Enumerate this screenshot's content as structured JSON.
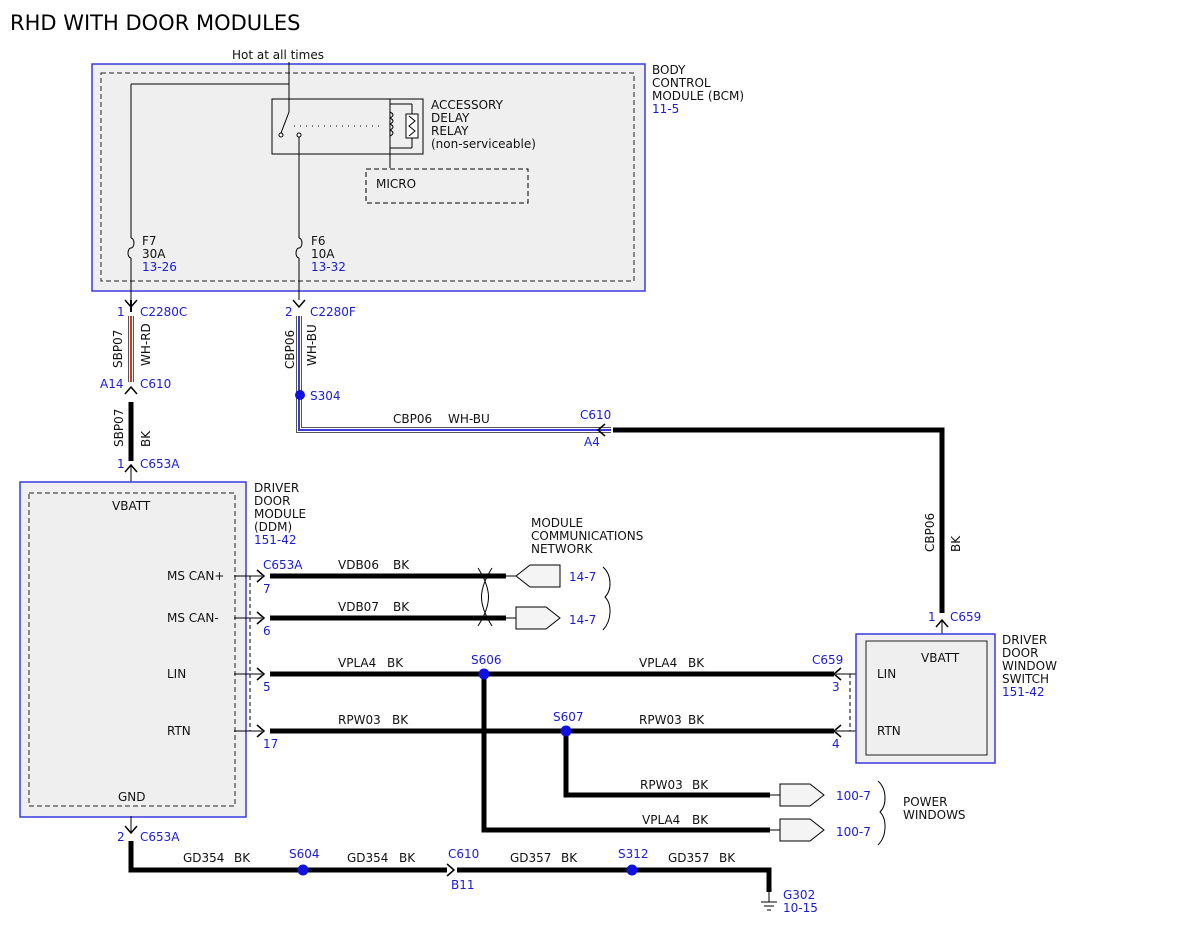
{
  "title": "RHD WITH DOOR MODULES",
  "colors": {
    "module_border": "#3a3ae0",
    "link": "#1b1bd6",
    "wire": "#000000",
    "splice": "#1010e0",
    "module_fill": "#efefef"
  },
  "bcm": {
    "name_lines": [
      "BODY",
      "CONTROL",
      "MODULE (BCM)"
    ],
    "ref": "11-5",
    "hot_label": "Hot at all times",
    "relay_lines": [
      "ACCESSORY",
      "DELAY",
      "RELAY",
      "(non-serviceable)"
    ],
    "micro": "MICRO",
    "f7": {
      "name": "F7",
      "rating": "30A",
      "ref": "13-26"
    },
    "f6": {
      "name": "F6",
      "rating": "10A",
      "ref": "13-32"
    }
  },
  "ddm": {
    "name_lines": [
      "DRIVER",
      "DOOR",
      "MODULE",
      "(DDM)"
    ],
    "ref": "151-42",
    "vbatt": "VBATT",
    "gnd": "GND",
    "pins": [
      "MS CAN+",
      "MS CAN-",
      "LIN",
      "RTN"
    ]
  },
  "switch": {
    "name_lines": [
      "DRIVER",
      "DOOR",
      "WINDOW",
      "SWITCH"
    ],
    "ref": "151-42",
    "vbatt": "VBATT",
    "lin": "LIN",
    "rtn": "RTN"
  },
  "connectors": {
    "c2280c": "C2280C",
    "c2280c_pin": "1",
    "c2280f": "C2280F",
    "c2280f_pin": "2",
    "c610_left": "C610",
    "c610_left_pin": "A14",
    "c653a_top": "C653A",
    "c653a_top_pin": "1",
    "c610_right": "C610",
    "c610_right_pin": "A4",
    "c653a_can": "C653A",
    "ddm_pin_canp": "7",
    "ddm_pin_canm": "6",
    "ddm_pin_lin": "5",
    "ddm_pin_rtn": "17",
    "c659_top": "C659",
    "c659_top_pin": "1",
    "c659_side": "C659",
    "sw_pin_lin": "3",
    "sw_pin_rtn": "4",
    "c653a_gnd": "C653A",
    "c653a_gnd_pin": "2",
    "c610_gnd": "C610",
    "c610_gnd_pin": "B11"
  },
  "wires": {
    "sbp07": "SBP07",
    "wh_rd": "WH-RD",
    "sbp07_b": "SBP07",
    "bk_a": "BK",
    "cbp06": "CBP06",
    "wh_bu": "WH-BU",
    "cbp06_h": "CBP06",
    "wh_bu_h": "WH-BU",
    "cbp06_r": "CBP06",
    "bk_r": "BK",
    "vdb06": "VDB06",
    "vdb06_c": "BK",
    "vdb07": "VDB07",
    "vdb07_c": "BK",
    "vpla4_l": "VPLA4",
    "vpla4_l_c": "BK",
    "vpla4_r": "VPLA4",
    "vpla4_r_c": "BK",
    "rpw03_l": "RPW03",
    "rpw03_l_c": "BK",
    "rpw03_r": "RPW03",
    "rpw03_r_c": "BK",
    "rpw03_pw": "RPW03",
    "rpw03_pw_c": "BK",
    "vpla4_pw": "VPLA4",
    "vpla4_pw_c": "BK",
    "gd354_a": "GD354",
    "gd354_a_c": "BK",
    "gd354_b": "GD354",
    "gd354_b_c": "BK",
    "gd357_a": "GD357",
    "gd357_a_c": "BK",
    "gd357_b": "GD357",
    "gd357_b_c": "BK"
  },
  "splices": {
    "s304": "S304",
    "s606": "S606",
    "s607": "S607",
    "s604": "S604",
    "s312": "S312"
  },
  "network": {
    "lines": [
      "MODULE",
      "COMMUNICATIONS",
      "NETWORK"
    ],
    "ref_a": "14-7",
    "ref_b": "14-7"
  },
  "power_windows": {
    "lines": [
      "POWER",
      "WINDOWS"
    ],
    "ref_a": "100-7",
    "ref_b": "100-7"
  },
  "ground": {
    "name": "G302",
    "ref": "10-15"
  }
}
